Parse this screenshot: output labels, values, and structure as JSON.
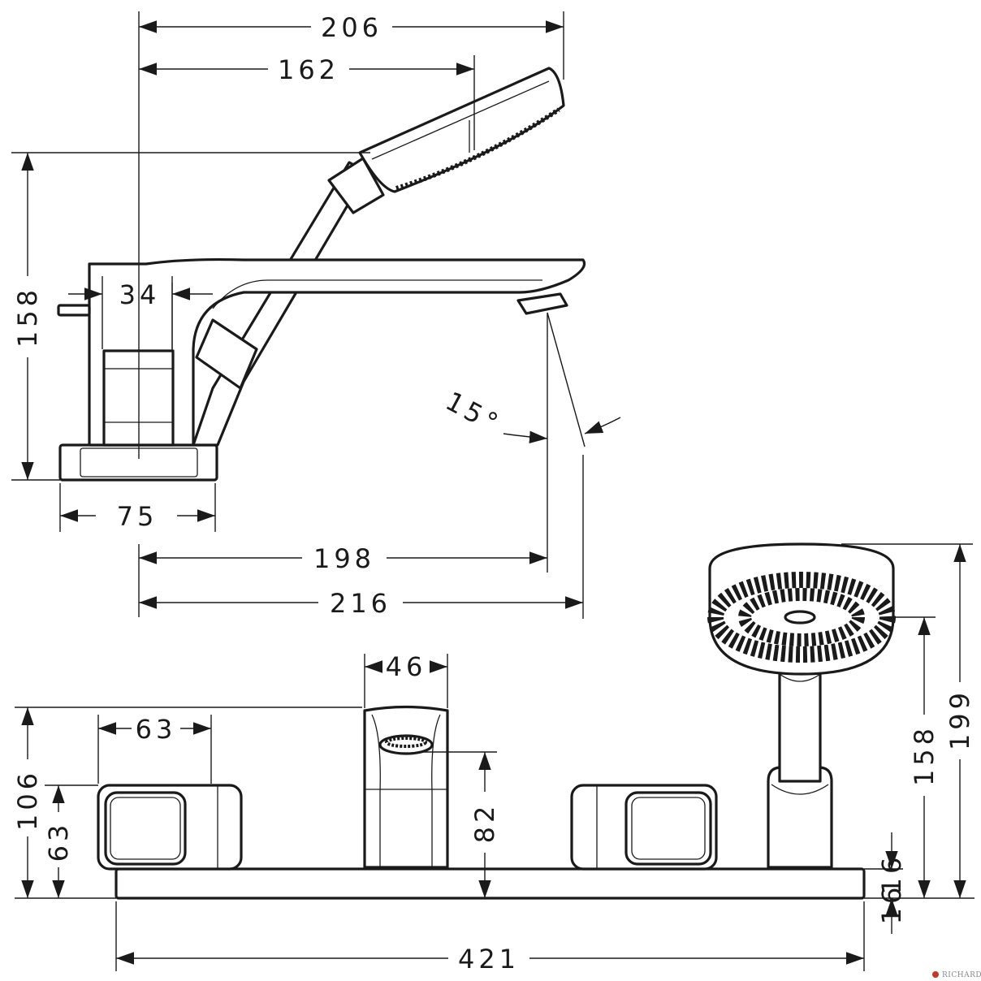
{
  "dimensions": {
    "d206": "206",
    "d162": "162",
    "d158_side": "158",
    "d34": "34",
    "angle": "15°",
    "d75": "75",
    "d198": "198",
    "d216": "216",
    "d46": "46",
    "d63_width": "63",
    "d106": "106",
    "d63_height": "63",
    "d82": "82",
    "d158_front": "158",
    "d199": "199",
    "d16_top": "16",
    "d16_bottom": "16",
    "d421": "421"
  },
  "watermark": "RICHARDSON"
}
